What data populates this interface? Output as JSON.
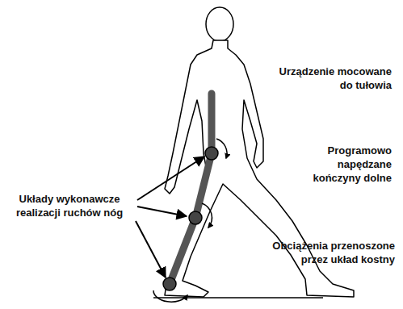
{
  "diagram": {
    "labels": [
      "Urządzenie mocowane do tułowia",
      "Programowo napędzane kończyny dolne",
      "Obciążenia przenoszone przez układ kostny",
      "Układy wykonawcze realizacji ruchów nóg"
    ]
  }
}
